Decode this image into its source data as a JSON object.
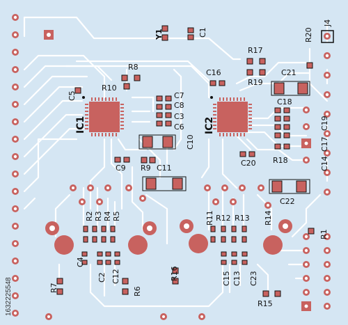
{
  "board": {
    "colors": {
      "background": "#d5e6f3",
      "trace": "#ffffff",
      "pad": "#c8625f",
      "silk": "#1a1a1a",
      "ring": "#ffffff"
    },
    "chips": {
      "ic1": {
        "label": "IC1"
      },
      "ic2": {
        "label": "IC2"
      }
    },
    "components": {
      "y1": "Y1",
      "c1": "C1",
      "j4": "J4",
      "r20": "R20",
      "r17": "R17",
      "r19": "R19",
      "c21": "C21",
      "c16": "C16",
      "r8": "R8",
      "r10": "R10",
      "c5": "C5",
      "c7": "C7",
      "c8": "C8",
      "c3": "C3",
      "c6": "C6",
      "c10": "C10",
      "c9": "C9",
      "r9": "R9",
      "c11": "C11",
      "c18": "C18",
      "c19": "C19",
      "c17": "C17",
      "c14": "C14",
      "r18": "R18",
      "c20": "C20",
      "c22": "C22",
      "r2": "R2",
      "r3": "R3",
      "r4": "R4",
      "r5": "R5",
      "r11": "R11",
      "r12": "R12",
      "r13": "R13",
      "r14": "R14",
      "r1": "R1",
      "c4": "C4",
      "c2": "C2",
      "c12": "C12",
      "r7": "R7",
      "r6": "R6",
      "r16": "R16",
      "c15": "C15",
      "c13": "C13",
      "c23": "C23",
      "r15": "R15"
    },
    "stock_id": "1632225548"
  }
}
